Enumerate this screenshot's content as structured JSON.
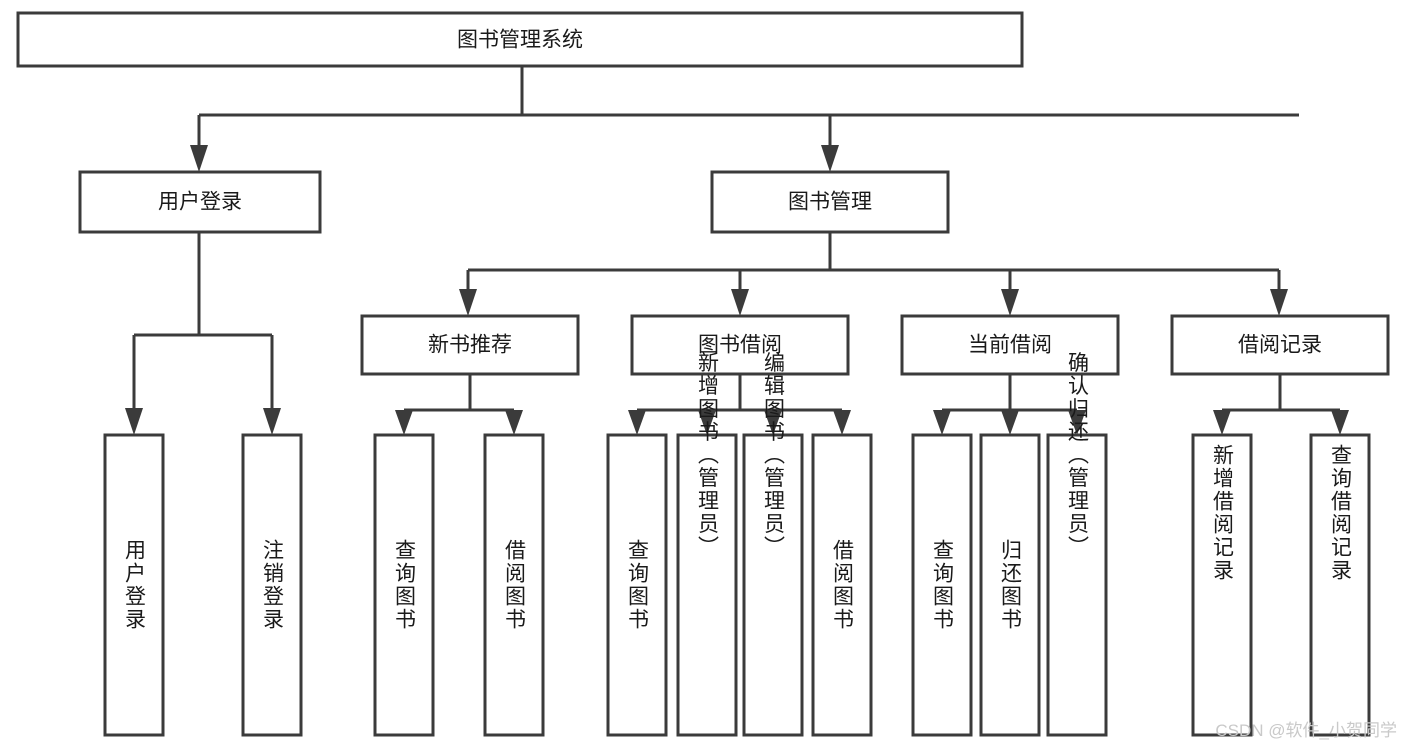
{
  "diagram": {
    "type": "tree-hierarchy",
    "title": "图书管理系统",
    "root": {
      "id": "root",
      "label": "图书管理系统",
      "orientation": "horizontal"
    },
    "level2": [
      {
        "id": "user-login",
        "label": "用户登录",
        "orientation": "horizontal"
      },
      {
        "id": "book-manage",
        "label": "图书管理",
        "orientation": "horizontal"
      }
    ],
    "level3": [
      {
        "id": "new-book-rec",
        "label": "新书推荐",
        "parent": "book-manage",
        "orientation": "horizontal"
      },
      {
        "id": "book-borrow",
        "label": "图书借阅",
        "parent": "book-manage",
        "orientation": "horizontal"
      },
      {
        "id": "current-borrow",
        "label": "当前借阅",
        "parent": "book-manage",
        "orientation": "horizontal"
      },
      {
        "id": "borrow-record",
        "label": "借阅记录",
        "parent": "book-manage",
        "orientation": "horizontal"
      }
    ],
    "leaves": [
      {
        "id": "leaf-user-login",
        "label": "用户登录",
        "parent": "user-login",
        "orientation": "vertical"
      },
      {
        "id": "leaf-logout",
        "label": "注销登录",
        "parent": "user-login",
        "orientation": "vertical"
      },
      {
        "id": "leaf-query-book-rec",
        "label": "查询图书",
        "parent": "new-book-rec",
        "orientation": "vertical"
      },
      {
        "id": "leaf-borrow-book-rec",
        "label": "借阅图书",
        "parent": "new-book-rec",
        "orientation": "vertical"
      },
      {
        "id": "leaf-query-book-borrow",
        "label": "查询图书",
        "parent": "book-borrow",
        "orientation": "vertical"
      },
      {
        "id": "leaf-add-book",
        "label": "新增图书（管理员）",
        "parent": "book-borrow",
        "orientation": "vertical"
      },
      {
        "id": "leaf-edit-book",
        "label": "编辑图书（管理员）",
        "parent": "book-borrow",
        "orientation": "vertical"
      },
      {
        "id": "leaf-borrow-book",
        "label": "借阅图书",
        "parent": "book-borrow",
        "orientation": "vertical"
      },
      {
        "id": "leaf-query-book-current",
        "label": "查询图书",
        "parent": "current-borrow",
        "orientation": "vertical"
      },
      {
        "id": "leaf-return-book",
        "label": "归还图书",
        "parent": "current-borrow",
        "orientation": "vertical"
      },
      {
        "id": "leaf-confirm-return",
        "label": "确认归还（管理员）",
        "parent": "current-borrow",
        "orientation": "vertical"
      },
      {
        "id": "leaf-add-record",
        "label": "新增借阅记录",
        "parent": "borrow-record",
        "orientation": "vertical"
      },
      {
        "id": "leaf-query-record",
        "label": "查询借阅记录",
        "parent": "borrow-record",
        "orientation": "vertical"
      }
    ]
  },
  "watermark": {
    "text": "CSDN @软件_小贺同学"
  },
  "colors": {
    "stroke": "#3b3b3b",
    "fill": "#ffffff",
    "text": "#1a1a1a",
    "watermark": "#c9c9c9"
  }
}
